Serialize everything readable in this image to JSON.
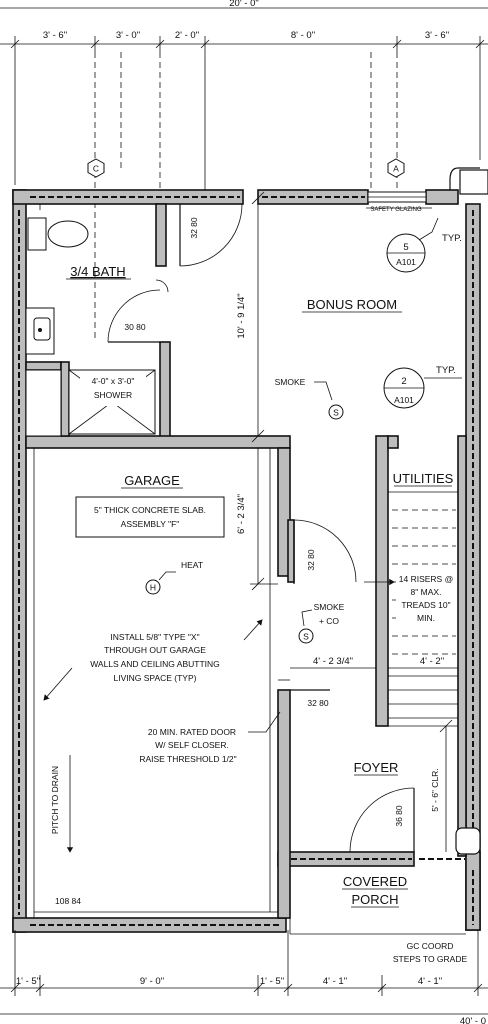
{
  "dimensions": {
    "top_overall": "20' - 0\"",
    "top": [
      "3' - 6\"",
      "3' - 0\"",
      "2' - 0\"",
      "8' - 0\"",
      "3' - 6\""
    ],
    "bottom": [
      "1' - 5\"",
      "9' - 0\"",
      "1' - 5\"",
      "4' - 1\"",
      "4' - 1\""
    ],
    "bottom_right_partial": "40' - 0"
  },
  "grid_markers": [
    "C",
    "A"
  ],
  "callouts": [
    {
      "number": "5",
      "sheet": "A101",
      "label": "TYP."
    },
    {
      "number": "2",
      "sheet": "A101",
      "label": "TYP."
    }
  ],
  "rooms": {
    "bath": "3/4 BATH",
    "bonus": "BONUS ROOM",
    "garage": "GARAGE",
    "utilities": "UTILITIES",
    "foyer": "FOYER",
    "porch_line1": "COVERED",
    "porch_line2": "PORCH"
  },
  "notes": {
    "safety_glazing": "SAFETY GLAZING",
    "shower_line1": "4'-0\" x 3'-0\"",
    "shower_line2": "SHOWER",
    "slab_line1": "5\" THICK CONCRETE SLAB.",
    "slab_line2": "ASSEMBLY \"F\"",
    "smoke": "SMOKE",
    "smoke_co_line1": "SMOKE",
    "smoke_co_line2": "+ CO",
    "heat": "HEAT",
    "type_x_line1": "INSTALL 5/8\" TYPE \"X\"",
    "type_x_line2": "THROUGH OUT GARAGE",
    "type_x_line3": "WALLS AND CEILING ABUTTING",
    "type_x_line4": "LIVING SPACE (TYP)",
    "door_line1": "20 MIN. RATED DOOR",
    "door_line2": "W/ SELF CLOSER.",
    "door_line3": "RAISE THRESHOLD 1/2\"",
    "pitch": "PITCH TO DRAIN",
    "stairs_line1": "14 RISERS @",
    "stairs_line2": "8\" MAX.",
    "stairs_line3": "TREADS 10\"",
    "stairs_line4": "MIN.",
    "clearance": "5' - 6\" CLR.",
    "gc_line1": "GC COORD",
    "gc_line2": "STEPS TO GRADE"
  },
  "symbols": {
    "smoke": "S",
    "heat": "H"
  },
  "door_tags": [
    "32 80",
    "30 80",
    "32 80",
    "32 80",
    "36 80",
    "108 84"
  ],
  "interior_dims": [
    "10' - 9 1/4\"",
    "6' - 2 3/4\"",
    "4' - 2 3/4\"",
    "4' - 2\""
  ]
}
